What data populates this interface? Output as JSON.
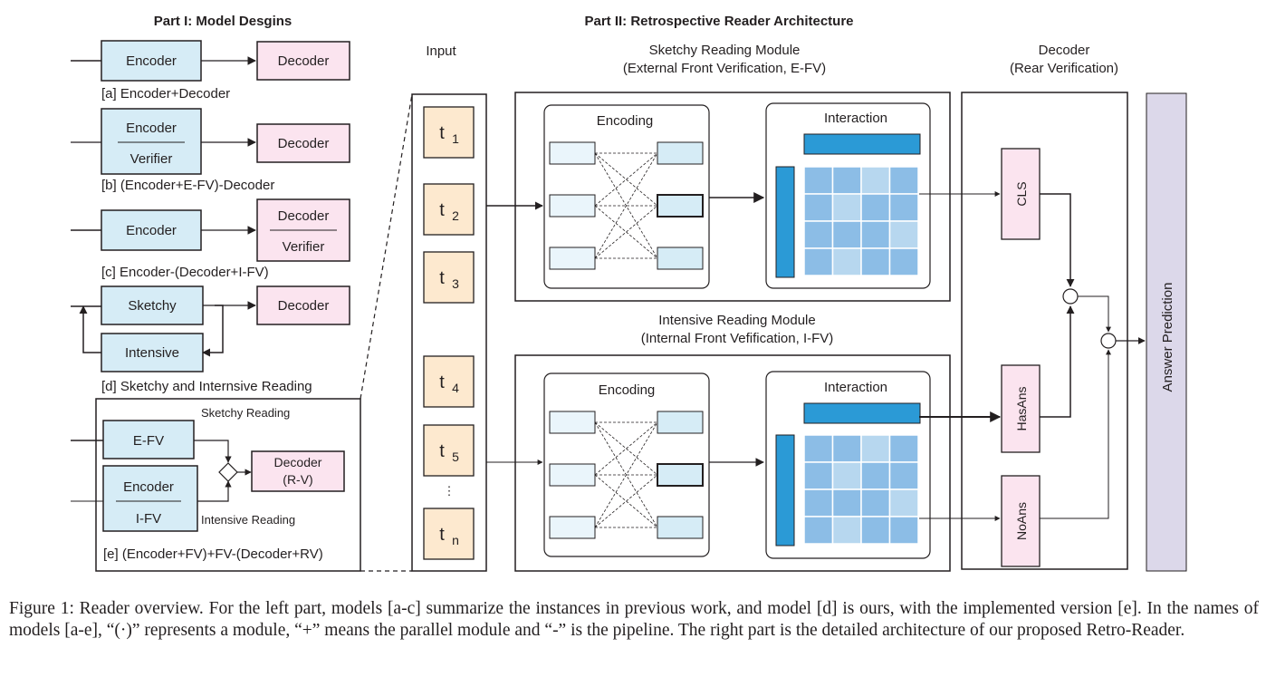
{
  "part1": {
    "title": "Part I: Model Desgins",
    "a": {
      "encoder": "Encoder",
      "decoder": "Decoder",
      "label": "[a] Encoder+Decoder"
    },
    "b": {
      "encoder": "Encoder",
      "verifier": "Verifier",
      "decoder": "Decoder",
      "label": "[b] (Encoder+E-FV)-Decoder"
    },
    "c": {
      "encoder": "Encoder",
      "decoder": "Decoder",
      "verifier": "Verifier",
      "label": "[c] Encoder-(Decoder+I-FV)"
    },
    "d": {
      "sketchy": "Sketchy",
      "intensive": "Intensive",
      "decoder": "Decoder",
      "label": "[d] Sketchy and Internsive Reading"
    },
    "e": {
      "efv": "E-FV",
      "encoder": "Encoder",
      "ifv": "I-FV",
      "decoder_line1": "Decoder",
      "decoder_line2": "(R-V)",
      "sketchy_reading": "Sketchy  Reading",
      "intensive_reading": "Intensive Reading",
      "label": "[e] (Encoder+FV)+FV-(Decoder+RV)"
    }
  },
  "part2": {
    "title": "Part II: Retrospective Reader Architecture",
    "input_label": "Input",
    "tokens": [
      {
        "base": "t",
        "sub": "1"
      },
      {
        "base": "t",
        "sub": "2"
      },
      {
        "base": "t",
        "sub": "3"
      },
      {
        "base": "t",
        "sub": "4"
      },
      {
        "base": "t",
        "sub": "5"
      },
      {
        "base": "t",
        "sub": "n"
      }
    ],
    "ellipsis": "⋮",
    "sketchy_module": {
      "title": "Sketchy Reading Module",
      "subtitle": "(External Front Verification, E-FV)",
      "encoding": "Encoding",
      "interaction": "Interaction"
    },
    "intensive_module": {
      "title": "Intensive Reading Module",
      "subtitle": "(Internal Front Vefification, I-FV)",
      "encoding": "Encoding",
      "interaction": "Interaction"
    },
    "decoder": {
      "title": "Decoder",
      "subtitle": "(Rear Verification)",
      "cls": "CLS",
      "hasans": "HasAns",
      "noans": "NoAns"
    },
    "answer_prediction": "Answer Prediction"
  },
  "caption": "Figure 1:   Reader overview.  For the left part, models [a-c] summarize the instances in previous work, and model [d] is ours, with the implemented version [e]. In the names of models [a-e], “(·)” represents a module, “+” means the parallel module and “-” is the pipeline. The right part is the detailed architecture of our proposed Retro-Reader.",
  "colors": {
    "encoder_fill": "#d6ecf6",
    "decoder_fill": "#fbe4ef",
    "token_fill": "#fde9cf",
    "interaction_bar": "#2b9ad6",
    "grid_dark": "#8cbde6",
    "grid_light": "#b7d7ef",
    "answer_fill": "#dcd8ea",
    "stroke": "#231f20"
  }
}
